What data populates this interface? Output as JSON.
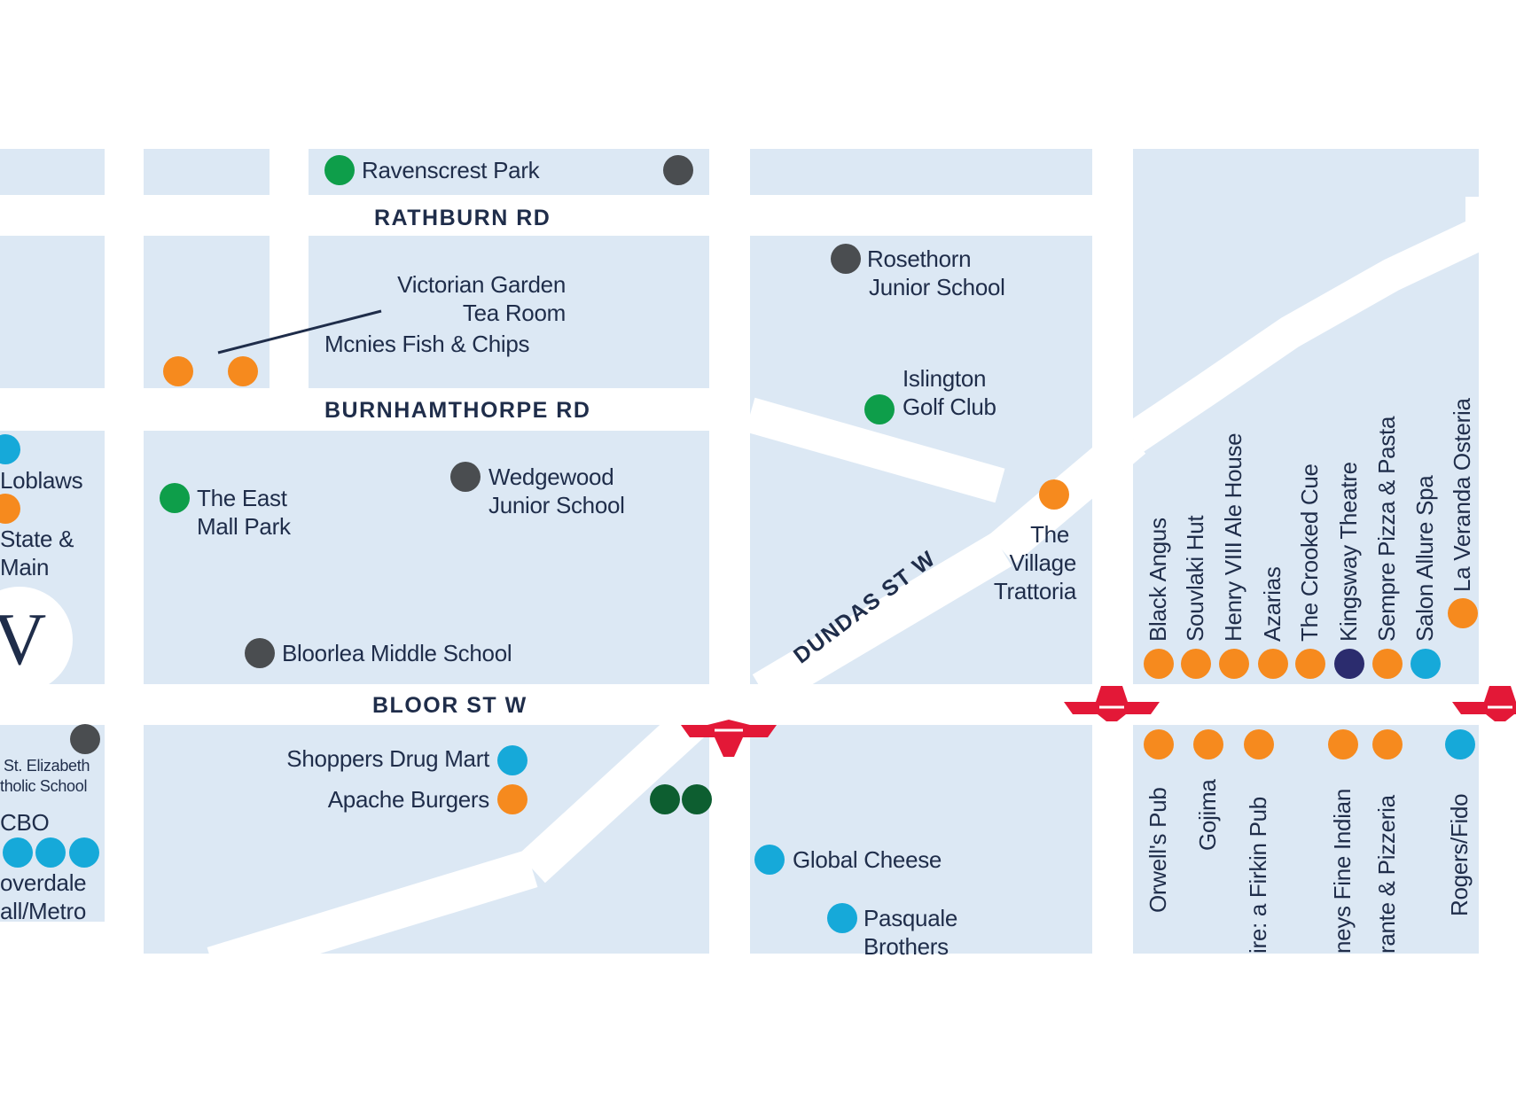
{
  "streets": {
    "rathburn": "RATHBURN RD",
    "burnhamthorpe": "BURNHAMTHORPE RD",
    "bloor": "BLOOR ST W",
    "dundas": "DUNDAS ST W"
  },
  "places": {
    "ravenscrest": "Ravenscrest Park",
    "victorian_1": "Victorian Garden",
    "victorian_2": "Tea Room",
    "mcnies": "Mcnies Fish & Chips",
    "rosethorn_1": "Rosethorn",
    "rosethorn_2": "Junior School",
    "islington_1": "Islington",
    "islington_2": "Golf Club",
    "loblaws": "Loblaws",
    "state_1": "State &",
    "state_2": "Main",
    "eastmall_1": "The East",
    "eastmall_2": "Mall Park",
    "wedgewood_1": "Wedgewood",
    "wedgewood_2": "Junior School",
    "village_1": "The",
    "village_2": "Village",
    "village_3": "Trattoria",
    "bloorlea": "Bloorlea Middle School",
    "stelizabeth_1": "St. Elizabeth",
    "stelizabeth_2": "tholic School",
    "shoppers": "Shoppers Drug Mart",
    "apache": "Apache Burgers",
    "lcbo": "CBO",
    "cloverdale_1": "overdale",
    "cloverdale_2": "all/Metro",
    "global_cheese": "Global Cheese",
    "pasquale_1": "Pasquale",
    "pasquale_2": "Brothers",
    "logo_letter": "V"
  },
  "vertical_north": [
    "Black Angus",
    "Souvlaki Hut",
    "Henry VIII Ale House",
    "Azarias",
    "The Crooked Cue",
    "Kingsway Theatre",
    "Sempre Pizza & Pasta",
    "Salon Allure Spa",
    "La Veranda Osteria"
  ],
  "vertical_south": [
    "Orwell's Pub",
    "Gojima",
    "ire: a Firkin Pub",
    "neys Fine Indian",
    "rante & Pizzeria",
    "Rogers/Fido"
  ],
  "icons": {
    "subway": "ttc-subway-icon",
    "restaurant": "orange-dot-icon",
    "park": "green-dot-icon",
    "school": "gray-dot-icon",
    "shopping": "cyan-dot-icon",
    "entertainment": "navy-dot-icon"
  },
  "colors": {
    "block": "#dce8f4",
    "road": "#ffffff",
    "text": "#1f2d4a",
    "restaurant": "#f68a1e",
    "park": "#0e9e4a",
    "school": "#4a4d50",
    "shopping": "#16a9d9",
    "entertainment": "#2b2c6e",
    "subway": "#e31837"
  }
}
